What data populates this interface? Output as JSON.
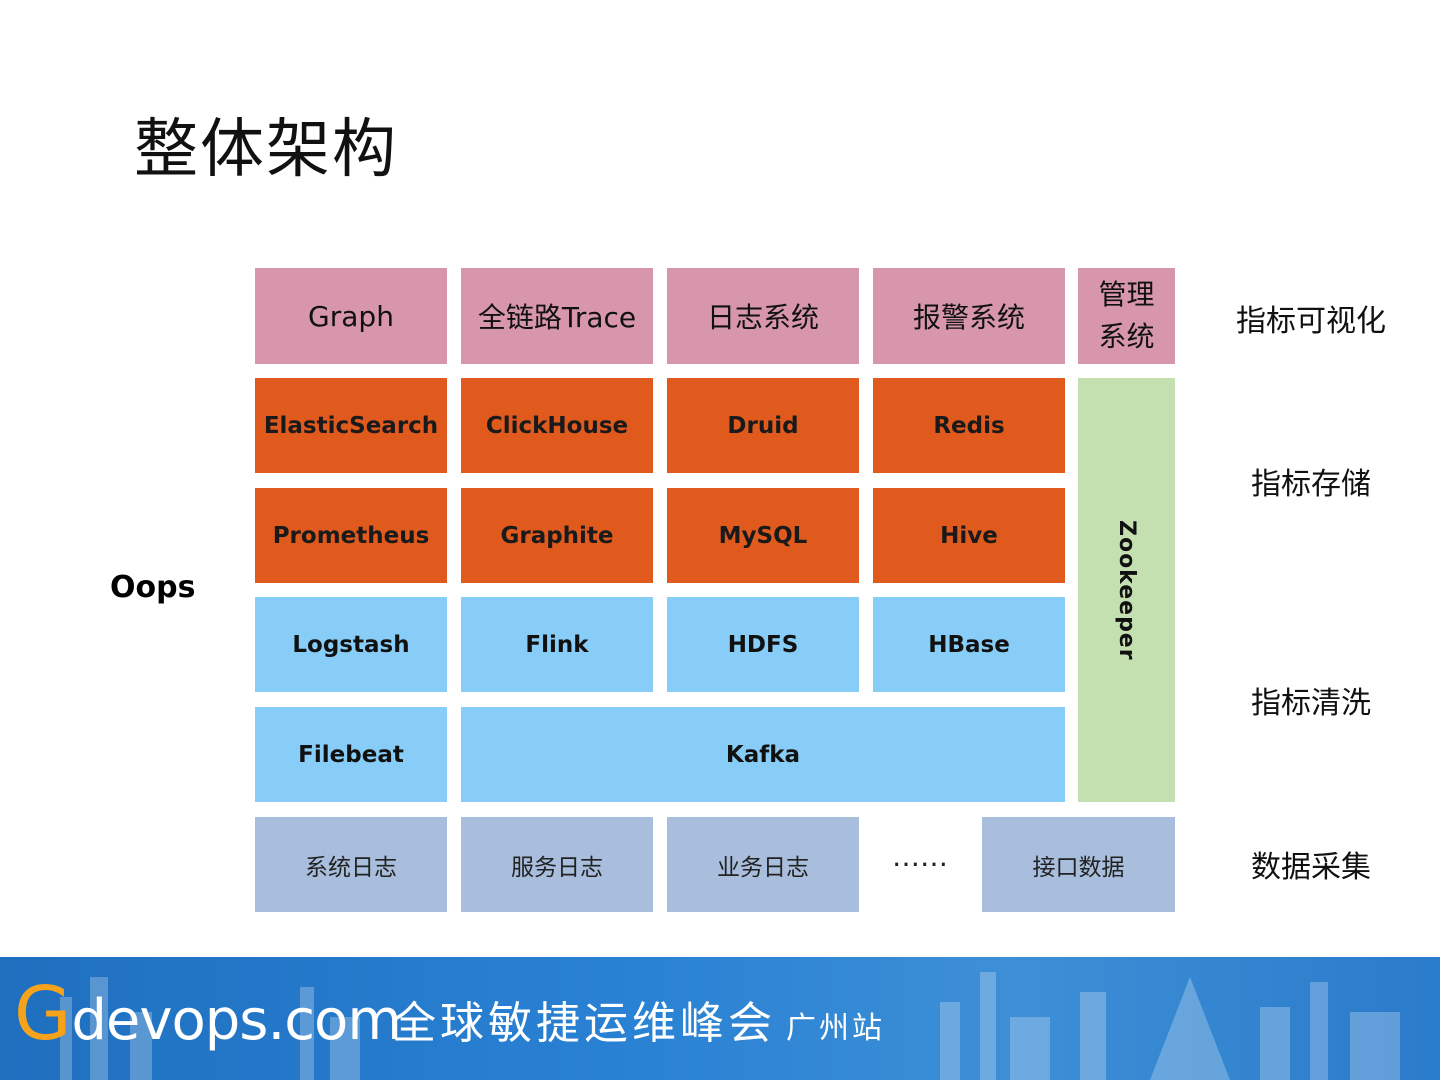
{
  "title": "整体架构",
  "oops_label": "Oops",
  "layers": {
    "visualization": "指标可视化",
    "storage": "指标存储",
    "cleaning": "指标清洗",
    "collection": "数据采集"
  },
  "row_visual": [
    "Graph",
    "全链路Trace",
    "日志系统",
    "报警系统"
  ],
  "management": [
    "管理",
    "系统"
  ],
  "row_storage_1": [
    "ElasticSearch",
    "ClickHouse",
    "Druid",
    "Redis"
  ],
  "row_storage_2": [
    "Prometheus",
    "Graphite",
    "MySQL",
    "Hive"
  ],
  "row_clean_1": [
    "Logstash",
    "Flink",
    "HDFS",
    "HBase"
  ],
  "row_clean_2": {
    "filebeat": "Filebeat",
    "kafka": "Kafka"
  },
  "zookeeper": "Zookeeper",
  "row_collect": [
    "系统日志",
    "服务日志",
    "业务日志",
    "接口数据"
  ],
  "ellipsis": "……",
  "footer": {
    "logo_g": "G",
    "logo_rest": "devops.com",
    "slogan": "全球敏捷运维峰会",
    "city": "广州站"
  },
  "colors": {
    "pink": "#d896ac",
    "orange": "#e05a1e",
    "blue": "#87cdf8",
    "gray": "#a8bedc",
    "green": "#c4e0b0",
    "footer": "#2a82d4",
    "logo_accent": "#f7a21b"
  }
}
